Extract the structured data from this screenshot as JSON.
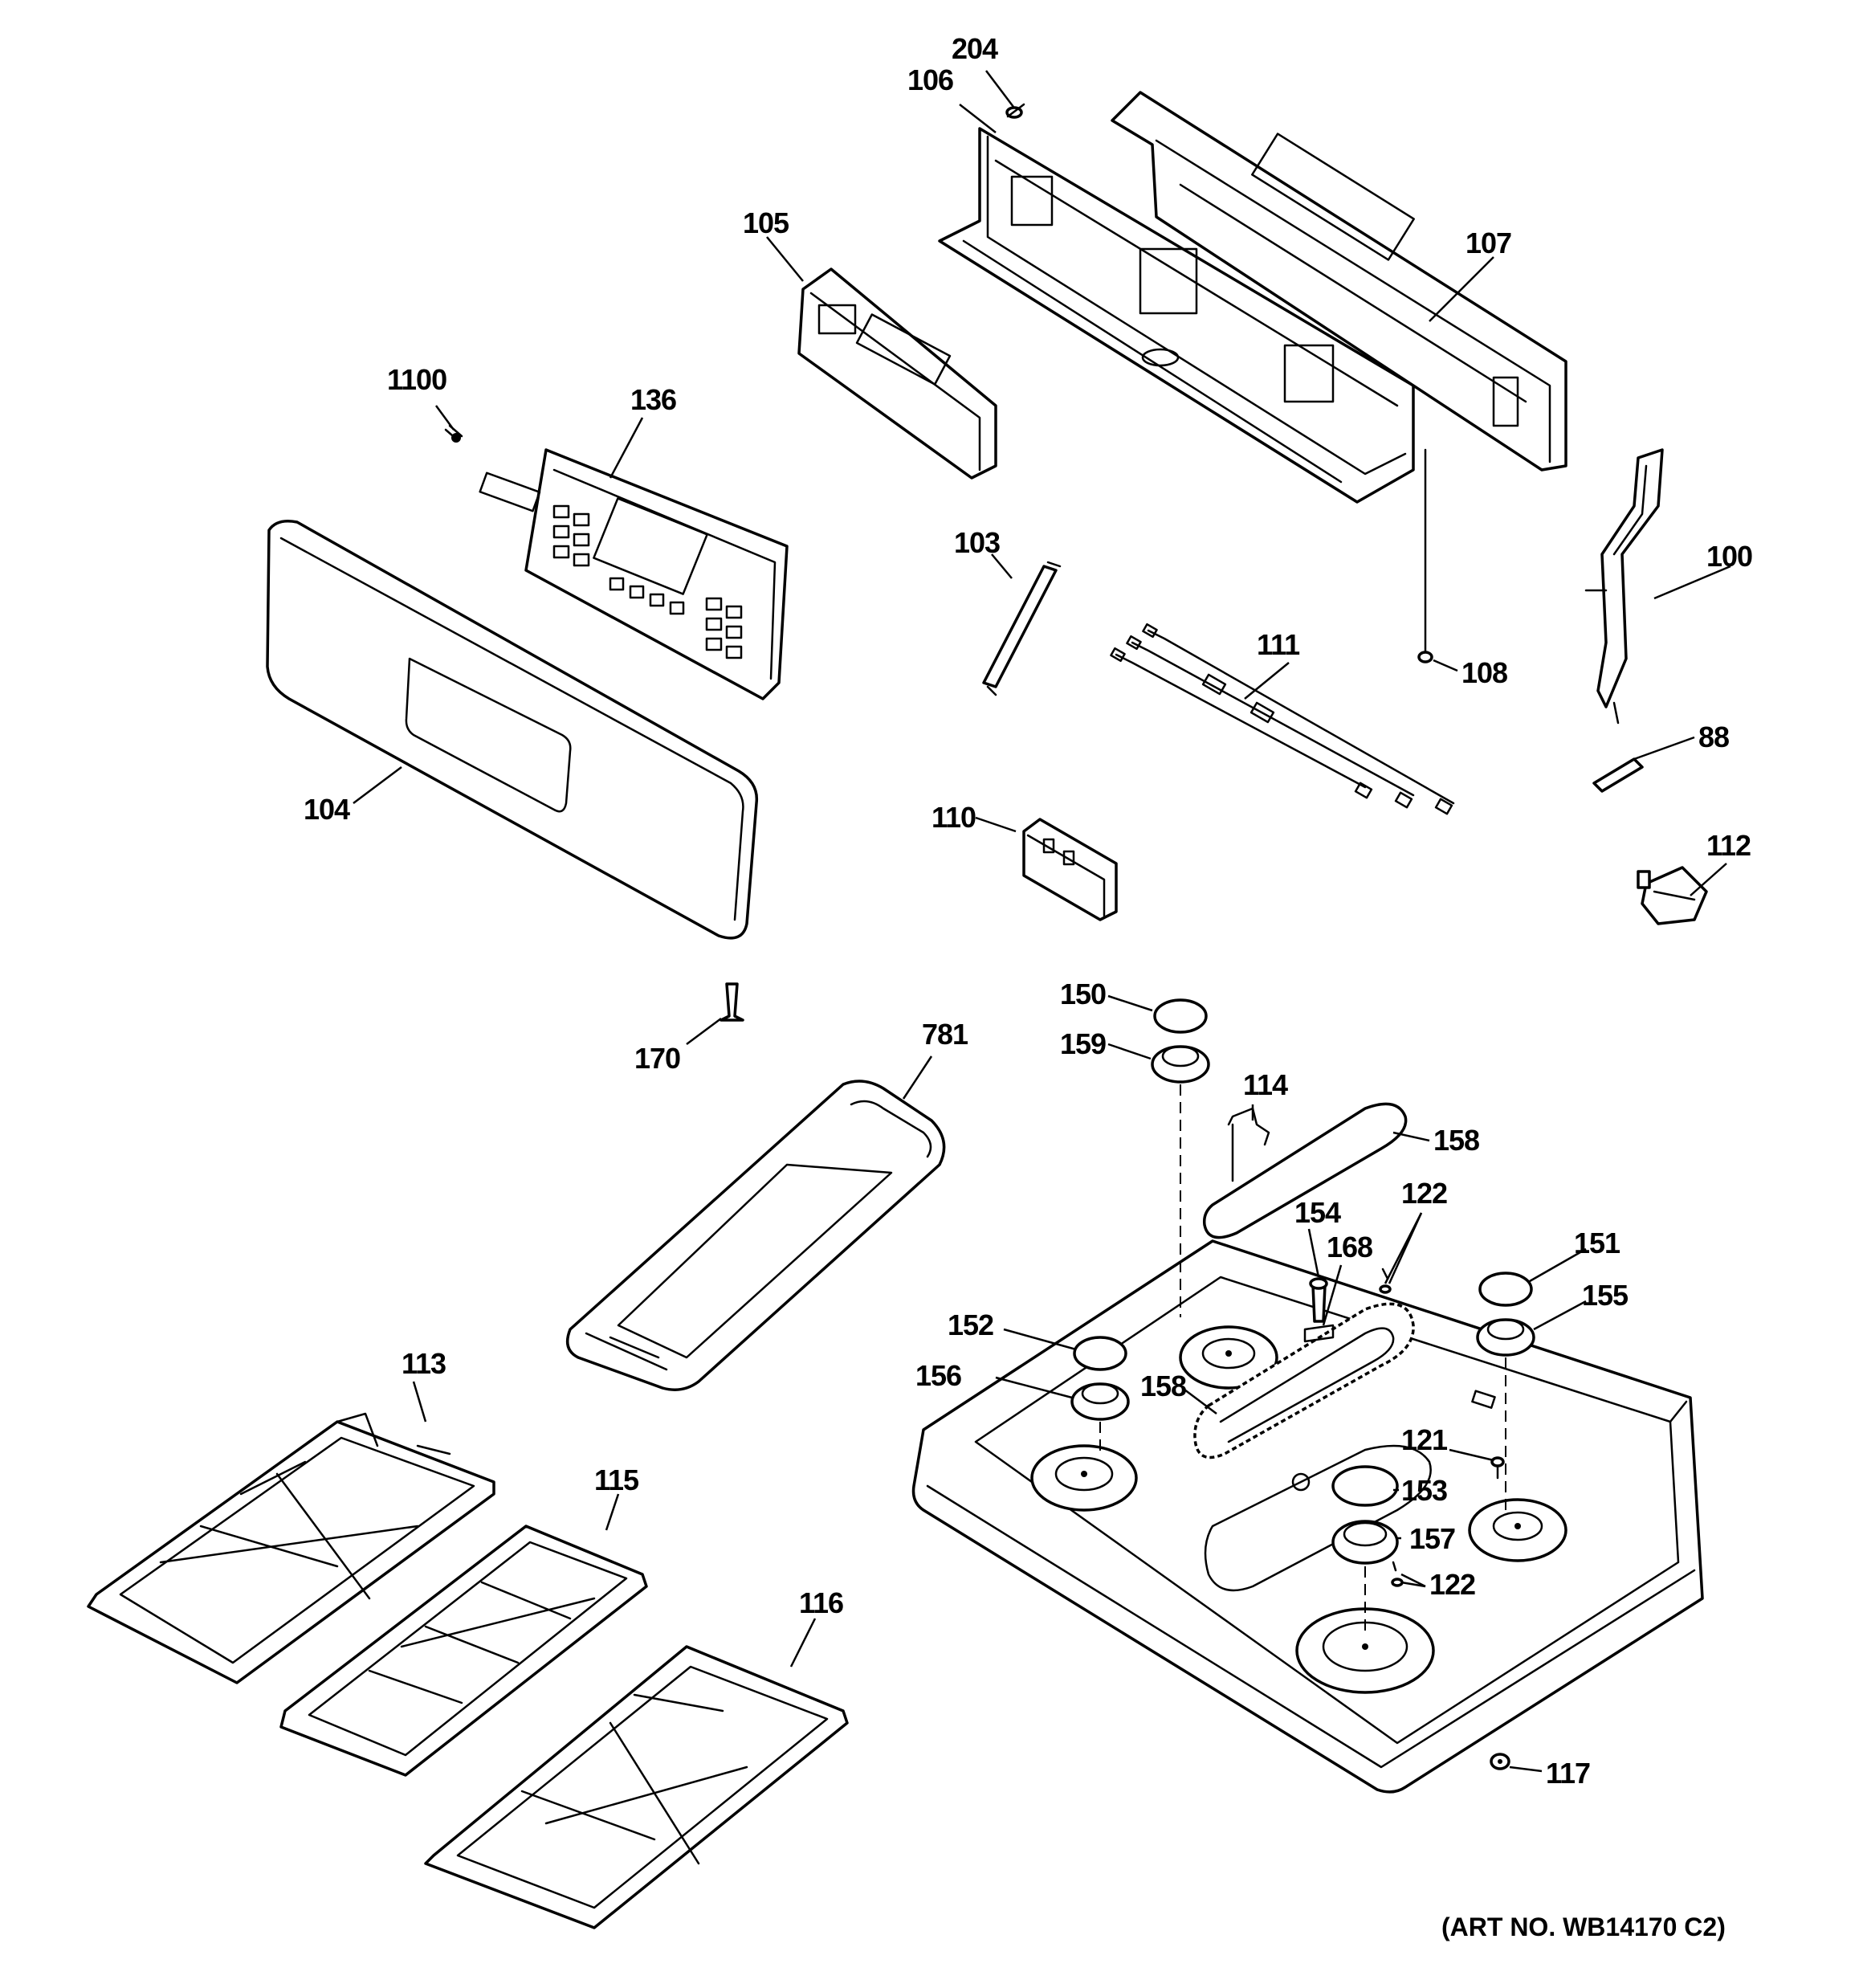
{
  "callouts": {
    "c204": "204",
    "c106": "106",
    "c105": "105",
    "c107": "107",
    "c1100": "1100",
    "c136": "136",
    "c100": "100",
    "c103": "103",
    "c111": "111",
    "c108": "108",
    "c104": "104",
    "c88": "88",
    "c110": "110",
    "c112": "112",
    "c150": "150",
    "c170": "170",
    "c781": "781",
    "c159": "159",
    "c114": "114",
    "c158a": "158",
    "c122a": "122",
    "c154": "154",
    "c168": "168",
    "c151": "151",
    "c152": "152",
    "c155": "155",
    "c156": "156",
    "c158b": "158",
    "c113": "113",
    "c121": "121",
    "c153": "153",
    "c115": "115",
    "c157": "157",
    "c122b": "122",
    "c116": "116",
    "c117": "117"
  },
  "art_number": "(ART NO. WB14170 C2)"
}
